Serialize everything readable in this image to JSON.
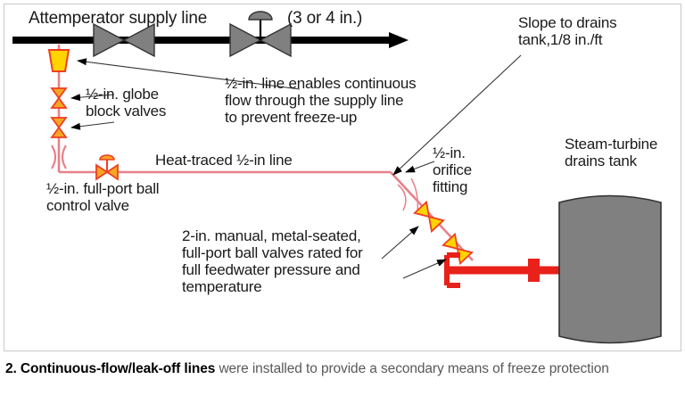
{
  "figure": {
    "caption_bold": "2. Continuous-flow/leak-off lines",
    "caption_rest": " were installed to provide a secondary means of freeze protection"
  },
  "labels": {
    "supply_line": "Attemperator supply line",
    "pipe_size": "(3 or 4 in.)",
    "globe_valves": "½-in. globe\nblock valves",
    "half_in_line": "½-in. line enables continuous\nflow through the supply line\nto prevent freeze-up",
    "slope": "Slope to drains\ntank,1/8 in./ft",
    "heat_traced": "Heat-traced ½-in line",
    "orifice": "½-in.\norifice\nfitting",
    "control_valve": "½-in. full-port ball\ncontrol valve",
    "ball_valves": "2-in. manual, metal-seated,\nfull-port ball valves rated for\nfull feedwater pressure and\ntemperature",
    "tank": "Steam-turbine\ndrains tank"
  },
  "colors": {
    "supply_line": "#000000",
    "gate_valve_fill": "#808080",
    "small_line": "#e8808a",
    "orange_valve": "#f5a623",
    "yellow_reducer": "#ffd400",
    "valve_outline": "#ef3e23",
    "drain_pipe": "#e8211b",
    "tank_fill": "#808080",
    "frame": "#c9c9c9"
  },
  "components": {
    "reducer": "yellow-trapezoid-reducer",
    "globe_block_valve_count": 2,
    "cross_valve": "pink-x-valve",
    "control_valve": "orange-ball-valve-with-actuator",
    "gate_valves_on_supply": 2,
    "diagonal_ball_valves": 2,
    "orifice_fitting": "thin-double-line-orifice",
    "tank_shape": "vertical-vessel-dished-heads"
  }
}
